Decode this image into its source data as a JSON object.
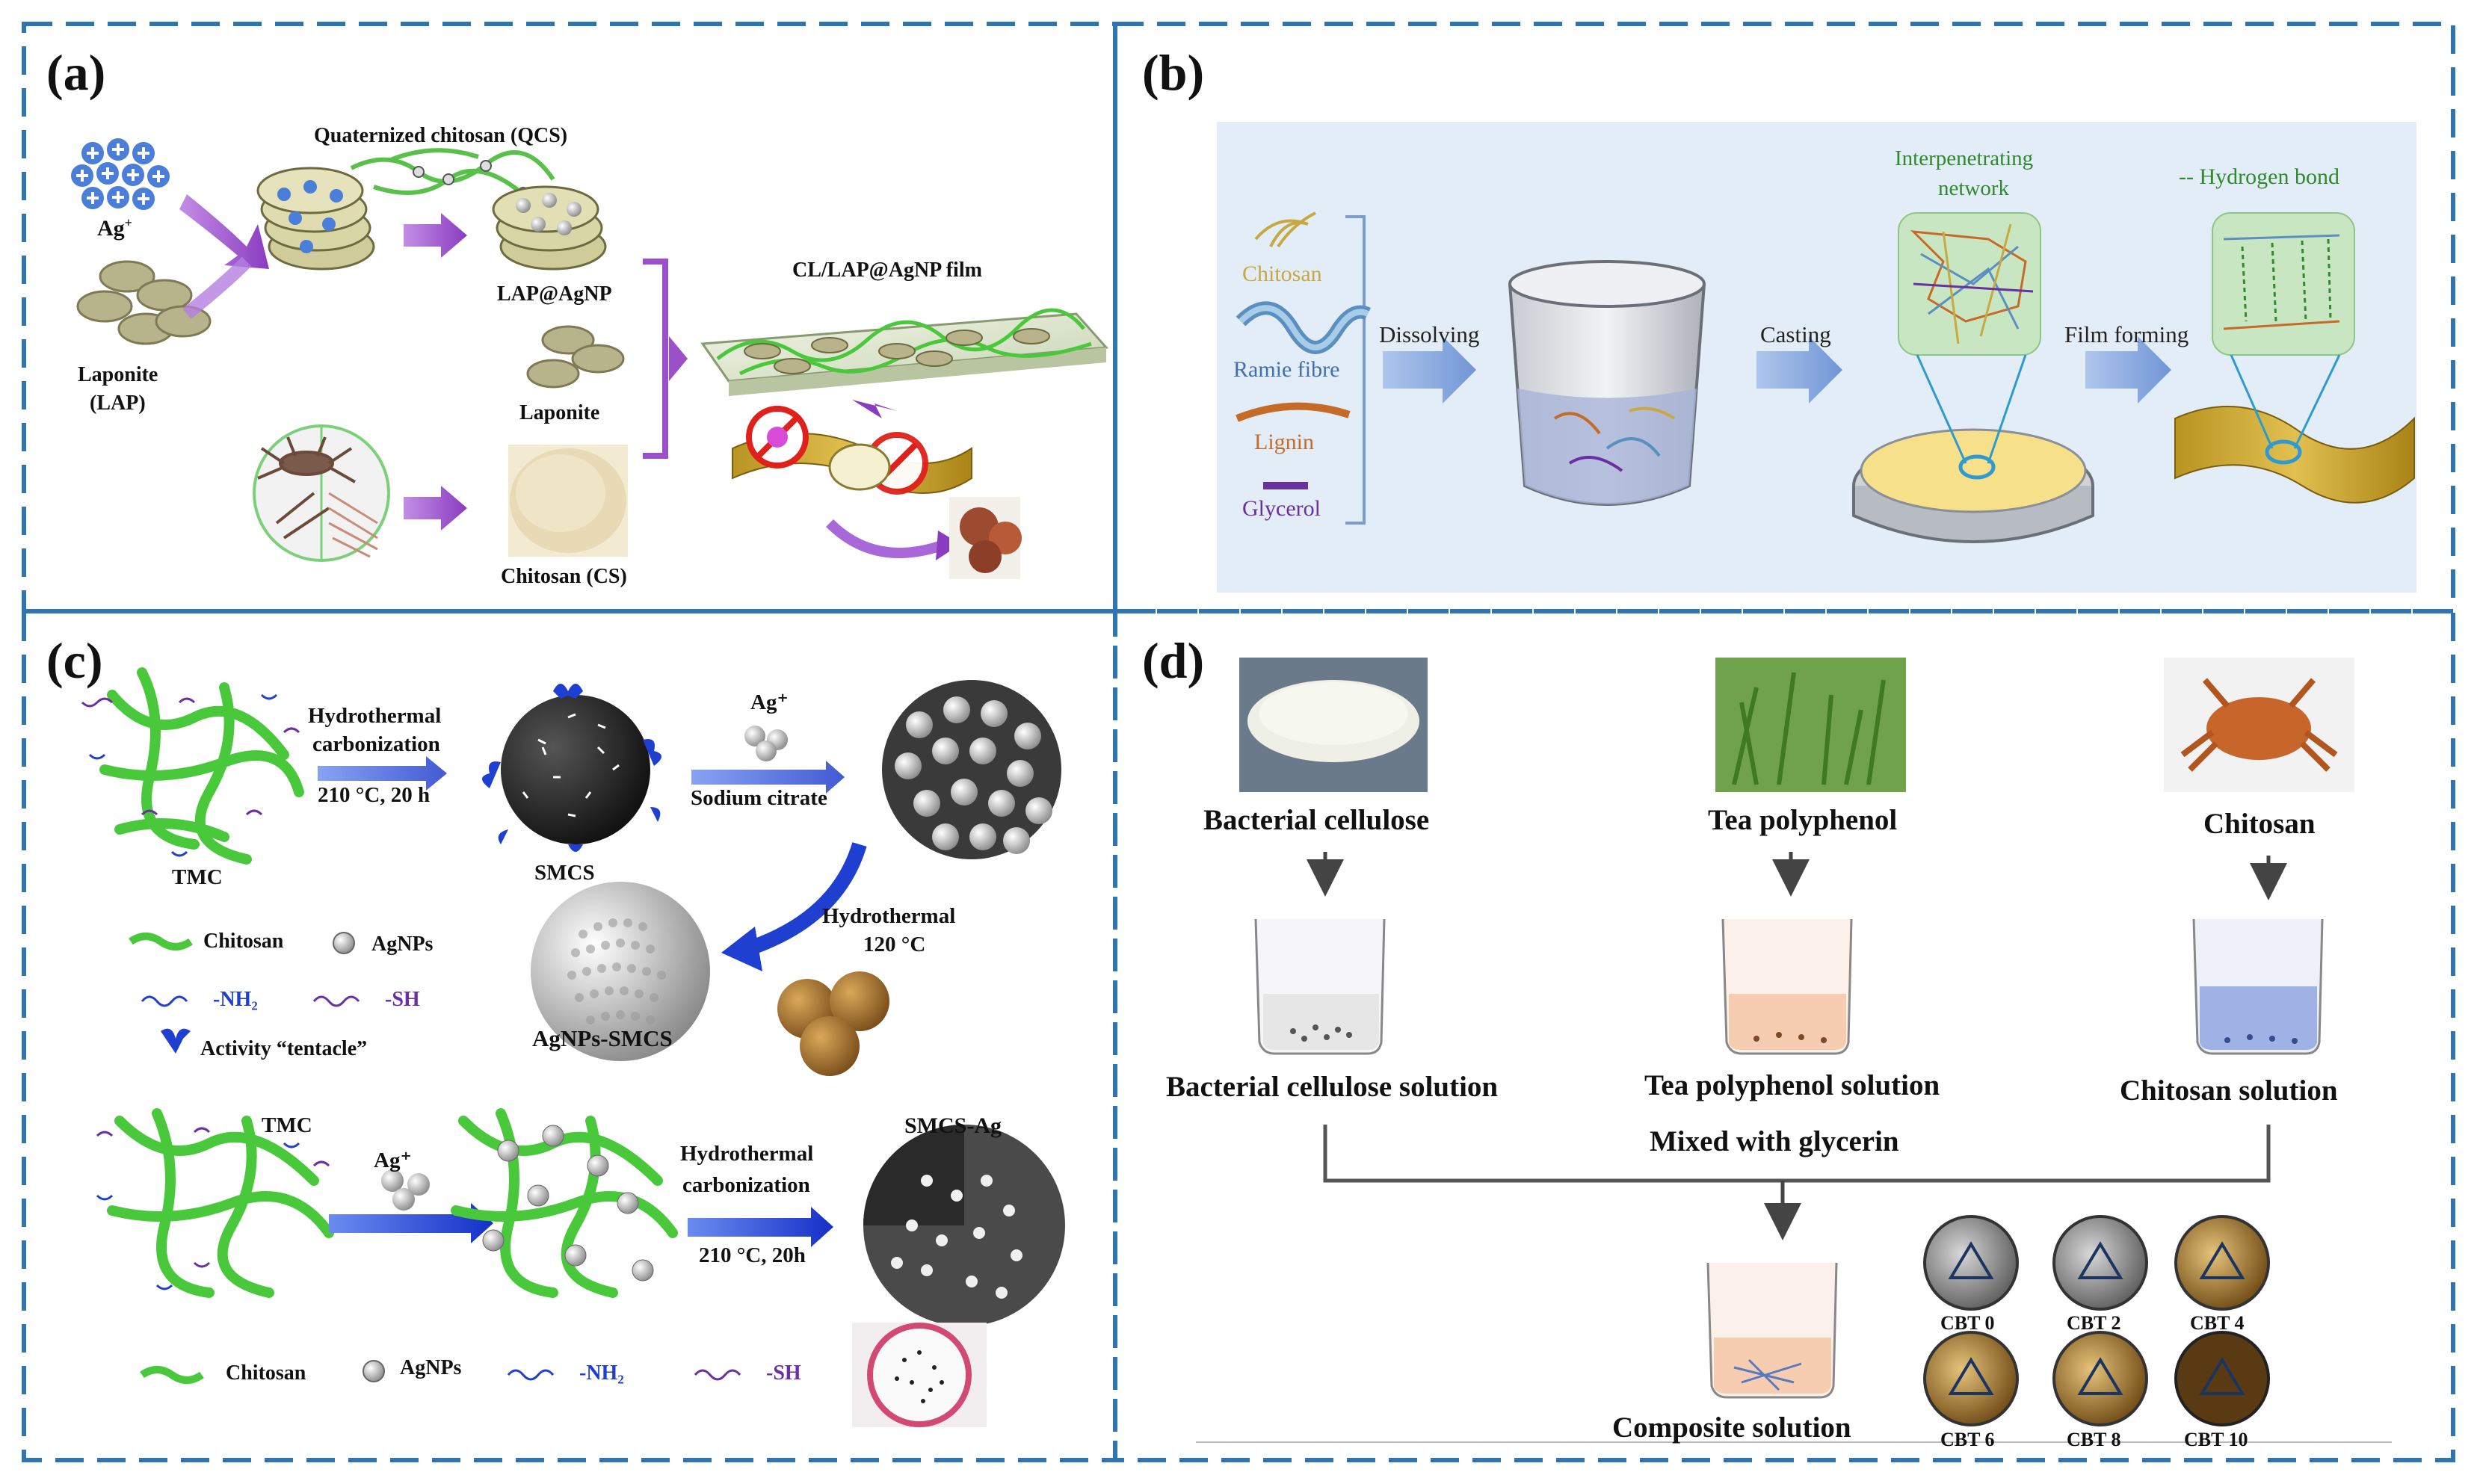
{
  "panels": {
    "a": {
      "label": "(a)",
      "ag": "Ag",
      "ag_sup": "+",
      "laponite_lap_1": "Laponite",
      "laponite_lap_2": "(LAP)",
      "qcs": "Quaternized chitosan (QCS)",
      "lap_agnp": "LAP@AgNP",
      "laponite": "Laponite",
      "film": "CL/LAP@AgNP  film",
      "chitosan_cs": "Chitosan (CS)"
    },
    "b": {
      "label": "(b)",
      "chitosan": "Chitosan",
      "ramie": "Ramie fibre",
      "lignin": "Lignin",
      "glycerol": "Glycerol",
      "dissolving": "Dissolving",
      "casting": "Casting",
      "film_forming": "Film forming",
      "interpenetrating_1": "Interpenetrating",
      "interpenetrating_2": "network",
      "hbond": "-- Hydrogen bond"
    },
    "c": {
      "label": "(c)",
      "hydro_carb_1": "Hydrothermal",
      "hydro_carb_2": "carbonization",
      "cond1": "210 °C, 20 h",
      "ag_plus": "Ag⁺",
      "sodium_citrate": "Sodium citrate",
      "tmc": "TMC",
      "smcs": "SMCS",
      "legend_chitosan": "Chitosan",
      "legend_agnps": "AgNPs",
      "legend_nh2": "-NH₂",
      "legend_sh": "-SH",
      "legend_tentacle": "Activity “tentacle”",
      "hydrothermal": "Hydrothermal",
      "temp120": "120 °C",
      "agnps_smcs": "AgNPs-SMCS",
      "tmc2": "TMC",
      "ag_plus2": "Ag⁺",
      "hydro_carb2_1": "Hydrothermal",
      "hydro_carb2_2": "carbonization",
      "cond2": "210 °C, 20h",
      "smcs_ag": "SMCS-Ag",
      "legend2_chitosan": "Chitosan",
      "legend2_agnps": "AgNPs",
      "legend2_nh2": "-NH₂",
      "legend2_sh": "-SH"
    },
    "d": {
      "label": "(d)",
      "bacterial_cellulose": "Bacterial cellulose",
      "tea_polyphenol": "Tea polyphenol",
      "chitosan": "Chitosan",
      "bc_solution": "Bacterial cellulose solution",
      "tp_solution": "Tea polyphenol solution",
      "cs_solution": "Chitosan solution",
      "mixed": "Mixed with glycerin",
      "composite": "Composite solution",
      "cbt": [
        "CBT 0",
        "CBT 2",
        "CBT 4",
        "CBT 6",
        "CBT 8",
        "CBT 10"
      ]
    }
  },
  "colors": {
    "dash_border": "#2e75b6",
    "arrow_purple": "#9b4fc9",
    "arrow_blue_light": "#8fb0e0",
    "arrow_blue_dark": "#1f3fd0",
    "panel_b_bg": "#e3edf8",
    "chitosan_green": "#49c83b"
  }
}
